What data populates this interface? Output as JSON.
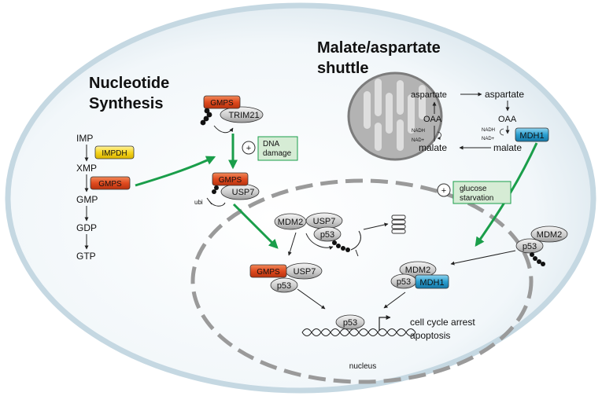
{
  "sections": {
    "nucleotide_title_1": "Nucleotide",
    "nucleotide_title_2": "Synthesis",
    "shuttle_title_1": "Malate/aspartate",
    "shuttle_title_2": "shuttle"
  },
  "pathway": {
    "imp": "IMP",
    "xmp": "XMP",
    "gmp": "GMP",
    "gdp": "GDP",
    "gtp": "GTP",
    "impdh": "IMPDH",
    "gmps": "GMPS"
  },
  "proteins": {
    "gmps": "GMPS",
    "trim21": "TRIM21",
    "usp7": "USP7",
    "mdm2": "MDM2",
    "p53": "p53",
    "mdh1": "MDH1"
  },
  "stimuli": {
    "dna_damage_1": "DNA",
    "dna_damage_2": "damage",
    "glucose_1": "glucose",
    "glucose_2": "starvation",
    "plus": "+"
  },
  "labels": {
    "ubi": "ubi",
    "nucleus": "nucleus",
    "outcome_1": "cell cycle arrest",
    "outcome_2": "apoptosis"
  },
  "mito": {
    "aspartate_in": "aspartate",
    "aspartate_out": "aspartate",
    "oaa_in": "OAA",
    "oaa_out": "OAA",
    "malate_in": "malate",
    "malate_out": "malate",
    "nadh": "NADH",
    "nad": "NAD+"
  },
  "colors": {
    "gmps": "#e04a1f",
    "impdh": "#f7d51e",
    "mdh1": "#2a9fd0",
    "green_arrow": "#1a9e4a",
    "stimulus_box": "#d6ecd5",
    "cell_edge": "#c5d8e2",
    "nucleus_dash": "#9a9a9a"
  }
}
